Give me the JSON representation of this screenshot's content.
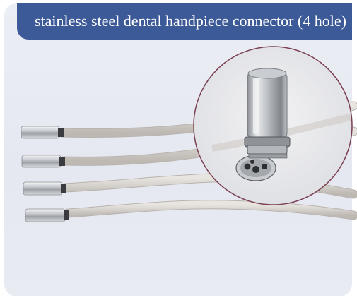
{
  "title": "stainless steel dental handpiece connector (4 hole)",
  "colors": {
    "title_bar": "#3d5a98",
    "title_text": "#ffffff",
    "card_background": "#e8eaf2",
    "tubing": "#d8d4cf",
    "metal": "#b9bcc0",
    "zoom_circle_border": "#7a3f52"
  },
  "photo": {
    "subject": "four dental handpiece connectors on beige tubing with magnified connector end",
    "connector_count": 4,
    "zoom_inset": true
  }
}
